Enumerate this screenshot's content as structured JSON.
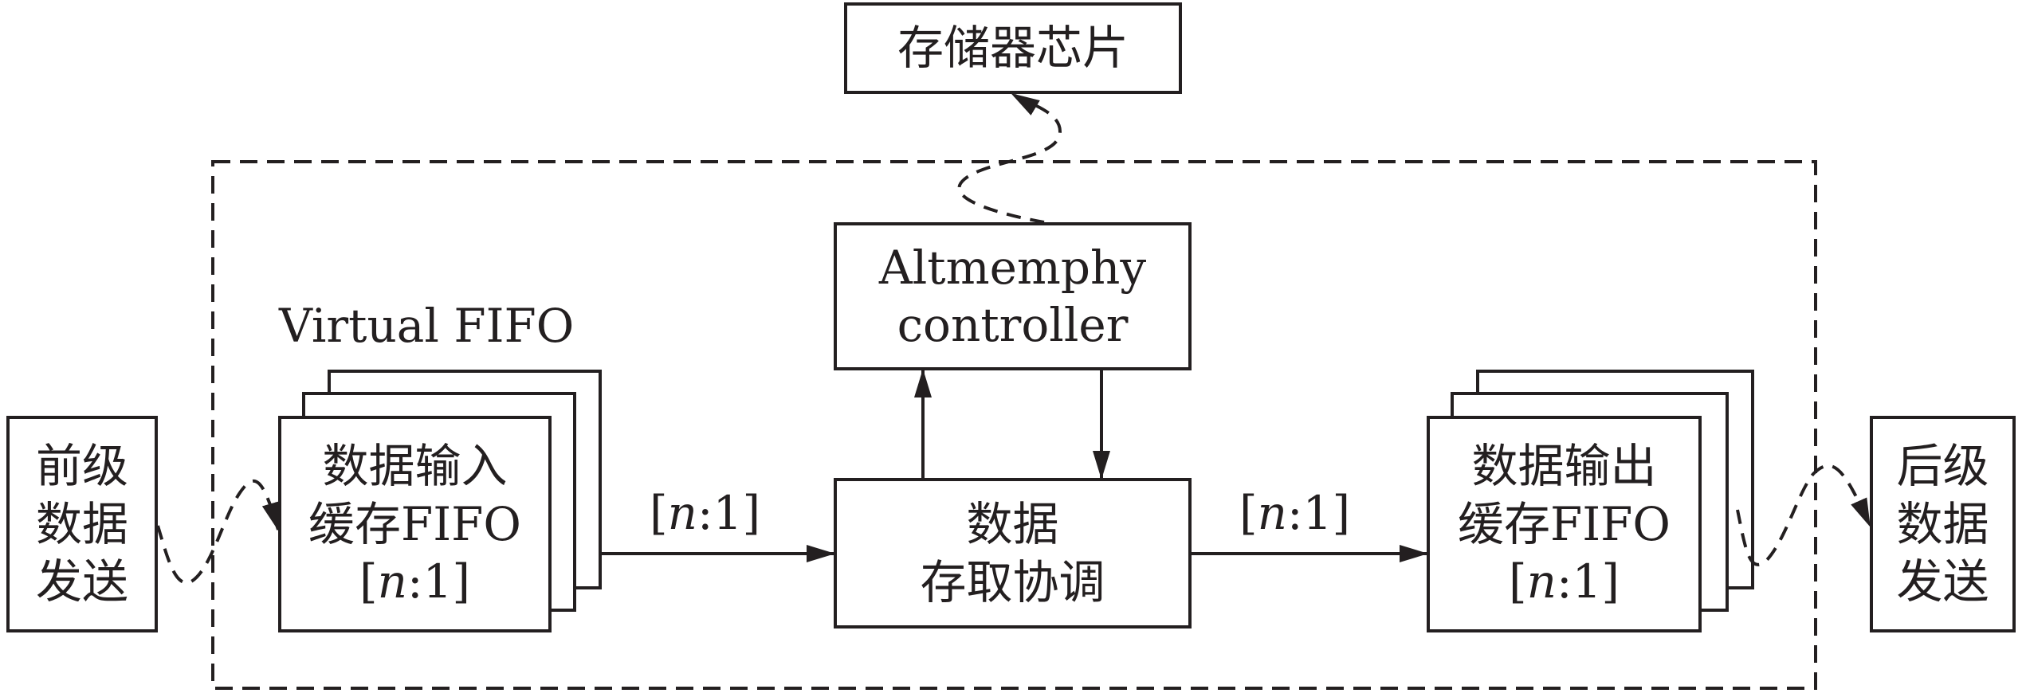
{
  "diagram": {
    "storage_chip": "存储器芯片",
    "controller": [
      "Altmemphy",
      "controller"
    ],
    "coordinator": [
      "数据",
      "存取协调"
    ],
    "virtual_fifo_label": "Virtual FIFO",
    "input_fifo": [
      "数据输入",
      "缓存FIFO"
    ],
    "output_fifo": [
      "数据输出",
      "缓存FIFO"
    ],
    "ratio": {
      "open": "[",
      "n": "n",
      "rest": ":1]"
    },
    "front_sender": [
      "前级",
      "数据",
      "发送"
    ],
    "back_sender": [
      "后级",
      "数据",
      "发送"
    ],
    "colors": {
      "stroke": "#231f20"
    }
  }
}
